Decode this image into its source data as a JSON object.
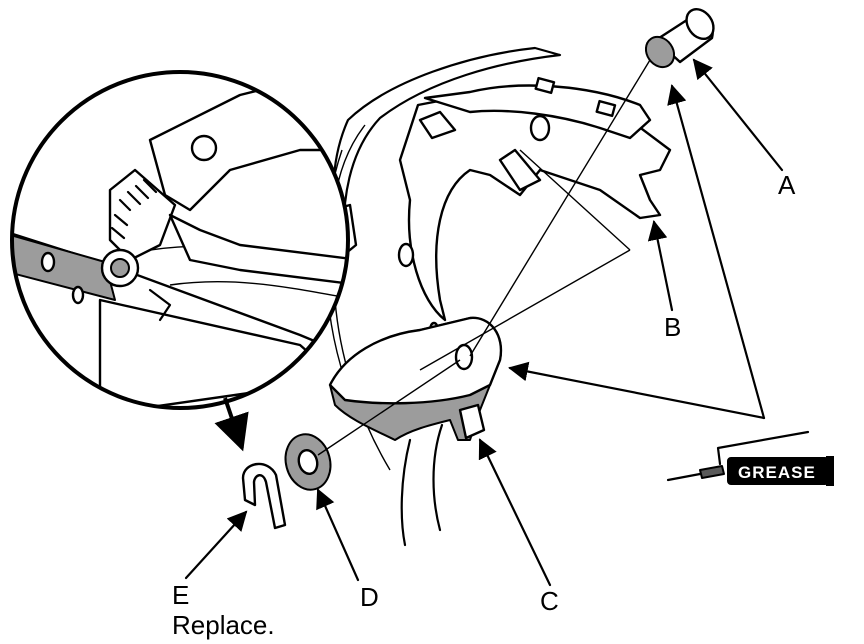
{
  "labels": {
    "a": "A",
    "b": "B",
    "c": "C",
    "d": "D",
    "e": "E",
    "e_note": "Replace."
  },
  "grease_label": "GREASE",
  "icons": [
    "pliers-icon",
    "grease-gun-icon"
  ],
  "colors": {
    "line": "#000000",
    "shade": "#9c9c9c",
    "background": "#ffffff"
  }
}
